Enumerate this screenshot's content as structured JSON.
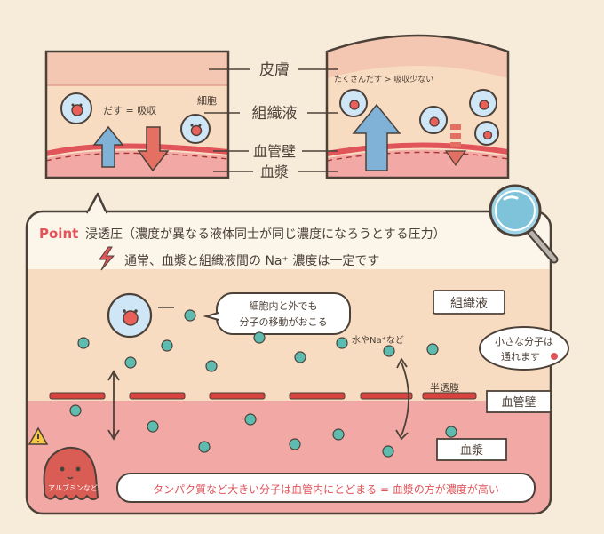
{
  "labels": {
    "skin": "皮膚",
    "tissue_fluid": "組織液",
    "vessel_wall": "血管壁",
    "plasma": "血漿"
  },
  "left_panel": {
    "equal_text": "だす = 吸収",
    "cell_label": "細胞"
  },
  "right_panel": {
    "compare_text": "たくさんだす > 吸収少ない"
  },
  "point": {
    "tag": "Point",
    "title": "浸透圧（濃度が異なる液体同士が同じ濃度になろうとする圧力）",
    "subtitle": "通常、血漿と組織液間の Na⁺ 濃度は一定です"
  },
  "detail": {
    "bubble_cell": "細胞内と外でも\n分子の移動がおこる",
    "water_na": "水やNa⁺など",
    "small_molecule_bubble": "小さな分子は\n通れます",
    "semipermeable": "半透膜",
    "tissue_fluid": "組織液",
    "vessel_wall": "血管壁",
    "plasma": "血漿",
    "albumin": "アルブミンなど",
    "bottom_banner": "タンパク質など大きい分子は血管内にとどまる = 血漿の方が濃度が高い"
  },
  "colors": {
    "skin": "#f4c7b3",
    "tissue": "#f8dcc1",
    "plasma": "#f2a9a6",
    "vessel": "#e0545a",
    "arrow_blue": "#7fb2d6",
    "arrow_red": "#e46f63",
    "molecule": "#5dbcaf",
    "albumin": "#d95d55",
    "outline": "#4c4139"
  }
}
